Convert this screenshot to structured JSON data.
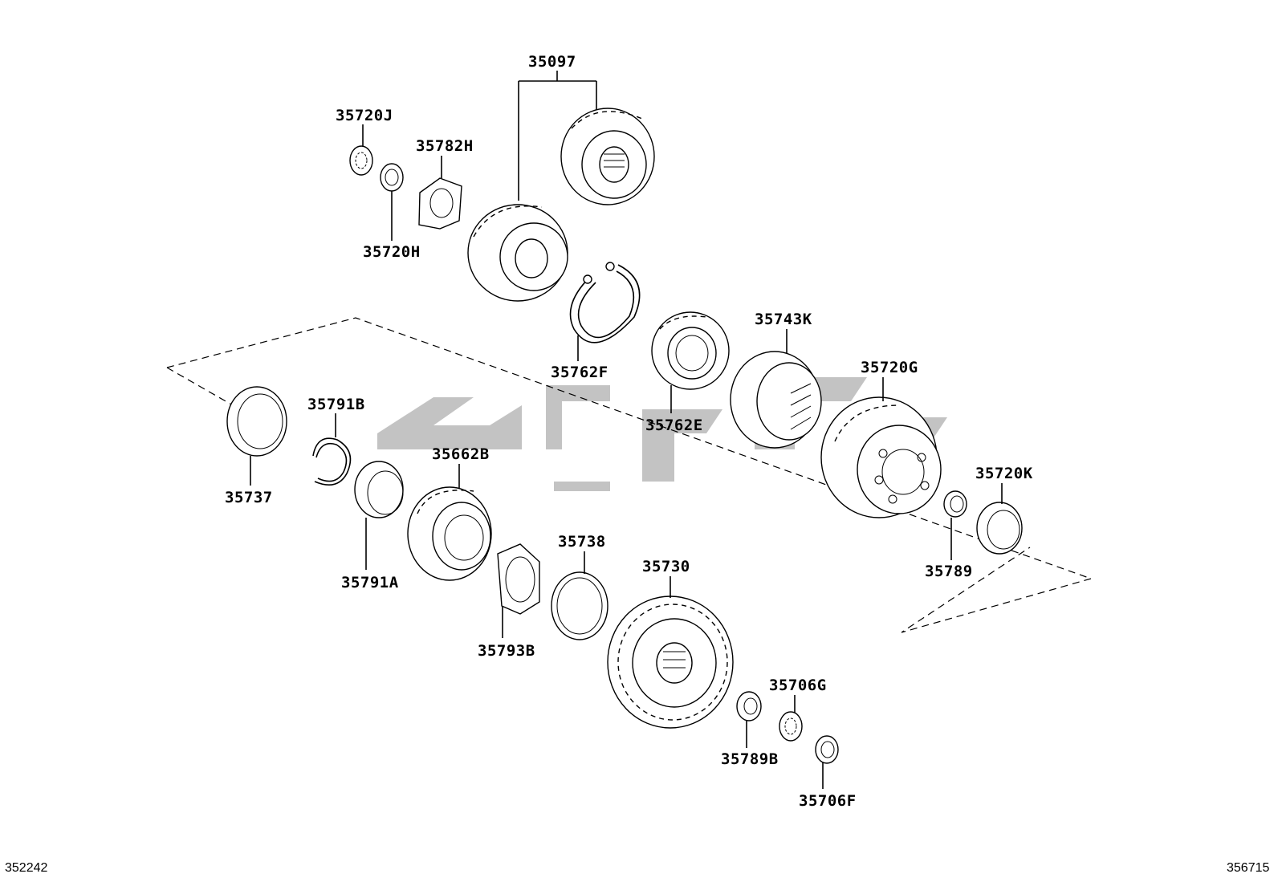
{
  "parts": {
    "p35097": "35097",
    "p35720J": "35720J",
    "p35782H": "35782H",
    "p35720H": "35720H",
    "p35762F": "35762F",
    "p35743K": "35743K",
    "p35720G": "35720G",
    "p35762E": "35762E",
    "p35791B": "35791B",
    "p35737": "35737",
    "p35662B": "35662B",
    "p35791A": "35791A",
    "p35738": "35738",
    "p35730": "35730",
    "p35720K": "35720K",
    "p35789": "35789",
    "p35793B": "35793B",
    "p35706G": "35706G",
    "p35789B": "35789B",
    "p35706F": "35706F"
  },
  "corner_ids": {
    "left": "352242",
    "right": "356715"
  },
  "colors": {
    "line": "#000000",
    "watermark": "#b8b8b8",
    "background": "#ffffff"
  }
}
